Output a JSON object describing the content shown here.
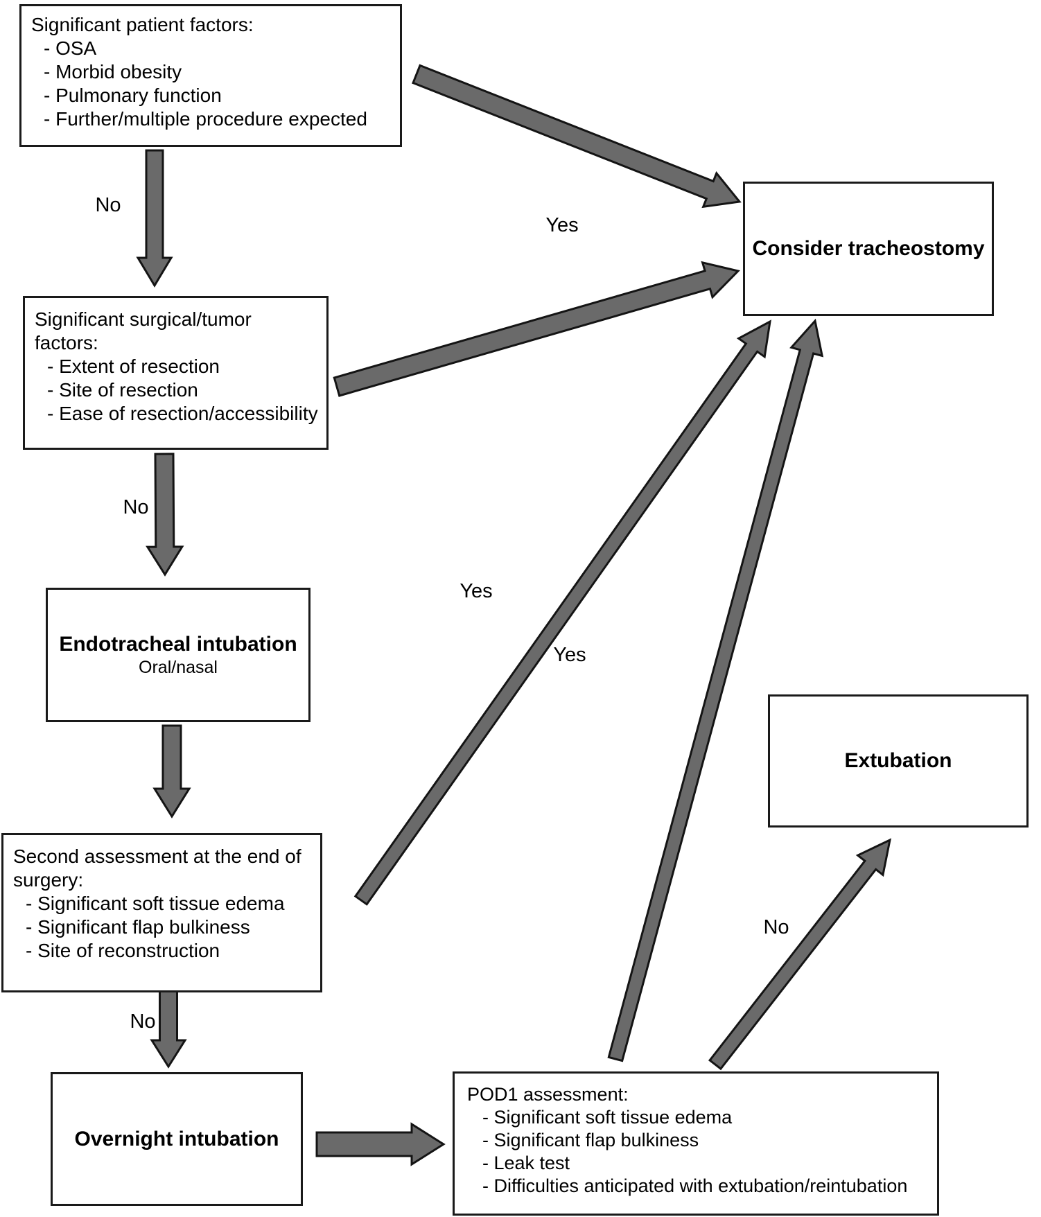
{
  "diagram": {
    "type": "flowchart",
    "topic": "Airway management decision pathway"
  },
  "colors": {
    "background": "#ffffff",
    "box_border": "#1a1a1a",
    "arrow_fill": "#6a6a6a",
    "arrow_outline": "#141414",
    "text": "#000000"
  },
  "nodes": {
    "patient": {
      "title": "Significant patient factors:",
      "bullets": [
        "- OSA",
        "- Morbid obesity",
        "- Pulmonary function",
        "- Further/multiple procedure expected"
      ]
    },
    "surgical": {
      "title": "Significant surgical/tumor factors:",
      "bullets": [
        "- Extent of resection",
        "- Site of resection",
        "- Ease of resection/accessibility"
      ]
    },
    "endotracheal": {
      "title": "Endotracheal intubation",
      "subtitle": "Oral/nasal"
    },
    "second": {
      "title": "Second assessment at the end of surgery:",
      "bullets": [
        "- Significant soft tissue edema",
        "- Significant flap bulkiness",
        "- Site of reconstruction"
      ]
    },
    "overnight": {
      "title": "Overnight intubation"
    },
    "pod1": {
      "title": "POD1 assessment:",
      "bullets": [
        "- Significant soft tissue edema",
        "- Significant flap bulkiness",
        "- Leak test",
        "- Difficulties anticipated with extubation/reintubation"
      ]
    },
    "tracheostomy": {
      "title": "Consider tracheostomy"
    },
    "extubation": {
      "title": "Extubation"
    }
  },
  "edges": [
    {
      "id": "patient-surgical",
      "from": "patient",
      "to": "surgical",
      "label": "No"
    },
    {
      "id": "patient-tracheostomy",
      "from": "patient",
      "to": "tracheostomy",
      "label": "Yes"
    },
    {
      "id": "surgical-tracheostomy",
      "from": "surgical",
      "to": "tracheostomy",
      "label": ""
    },
    {
      "id": "surgical-endotracheal",
      "from": "surgical",
      "to": "endotracheal",
      "label": "No"
    },
    {
      "id": "endotracheal-second",
      "from": "endotracheal",
      "to": "second",
      "label": ""
    },
    {
      "id": "second-tracheostomy",
      "from": "second",
      "to": "tracheostomy",
      "label": "Yes"
    },
    {
      "id": "second-overnight",
      "from": "second",
      "to": "overnight",
      "label": "No"
    },
    {
      "id": "overnight-pod1",
      "from": "overnight",
      "to": "pod1",
      "label": ""
    },
    {
      "id": "pod1-tracheostomy",
      "from": "pod1",
      "to": "tracheostomy",
      "label": "Yes"
    },
    {
      "id": "pod1-extubation",
      "from": "pod1",
      "to": "extubation",
      "label": "No"
    }
  ]
}
